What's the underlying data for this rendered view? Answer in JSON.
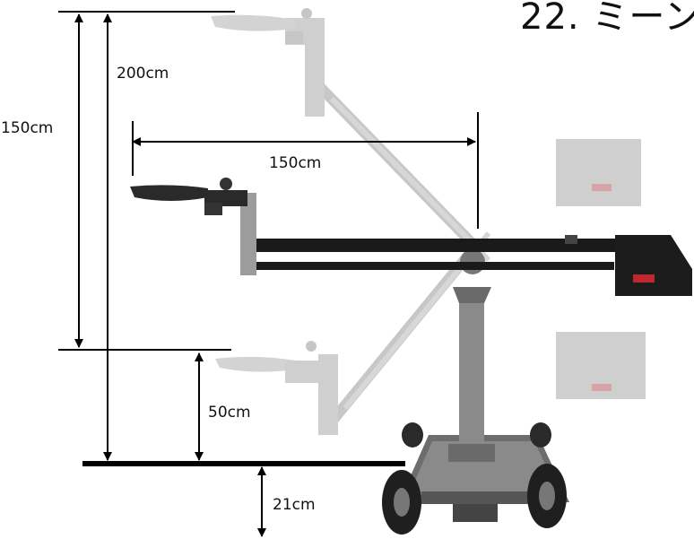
{
  "title": "22. ミーン",
  "dimensions": {
    "total_height": "200cm",
    "arm_vertical_range": "150cm",
    "arm_horizontal_reach": "150cm",
    "min_height": "50cm",
    "below_ground": "21cm"
  },
  "device": {
    "type": "camera crane / jib arm on dolly",
    "colors": {
      "arm": "#111111",
      "ghost": "#bdbdbd",
      "column": "#8a8a8a",
      "accent_red": "#c0282d"
    }
  }
}
